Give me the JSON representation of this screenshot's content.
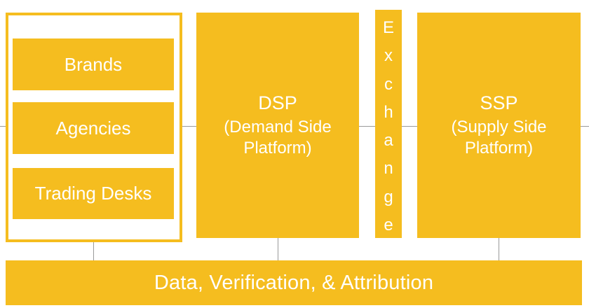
{
  "colors": {
    "box_fill": "#f5bd1f",
    "text": "#ffffff",
    "connector": "#9a9a9a"
  },
  "clients": {
    "items": [
      {
        "label": "Brands"
      },
      {
        "label": "Agencies"
      },
      {
        "label": "Trading Desks"
      }
    ]
  },
  "dsp": {
    "title": "DSP",
    "subtitle": "(Demand Side\nPlatform)"
  },
  "exchange": {
    "letters": [
      "E",
      "x",
      "c",
      "h",
      "a",
      "n",
      "g",
      "e"
    ]
  },
  "ssp": {
    "title": "SSP",
    "subtitle": "(Supply Side\nPlatform)"
  },
  "footer": {
    "label": "Data, Verification, & Attribution"
  }
}
